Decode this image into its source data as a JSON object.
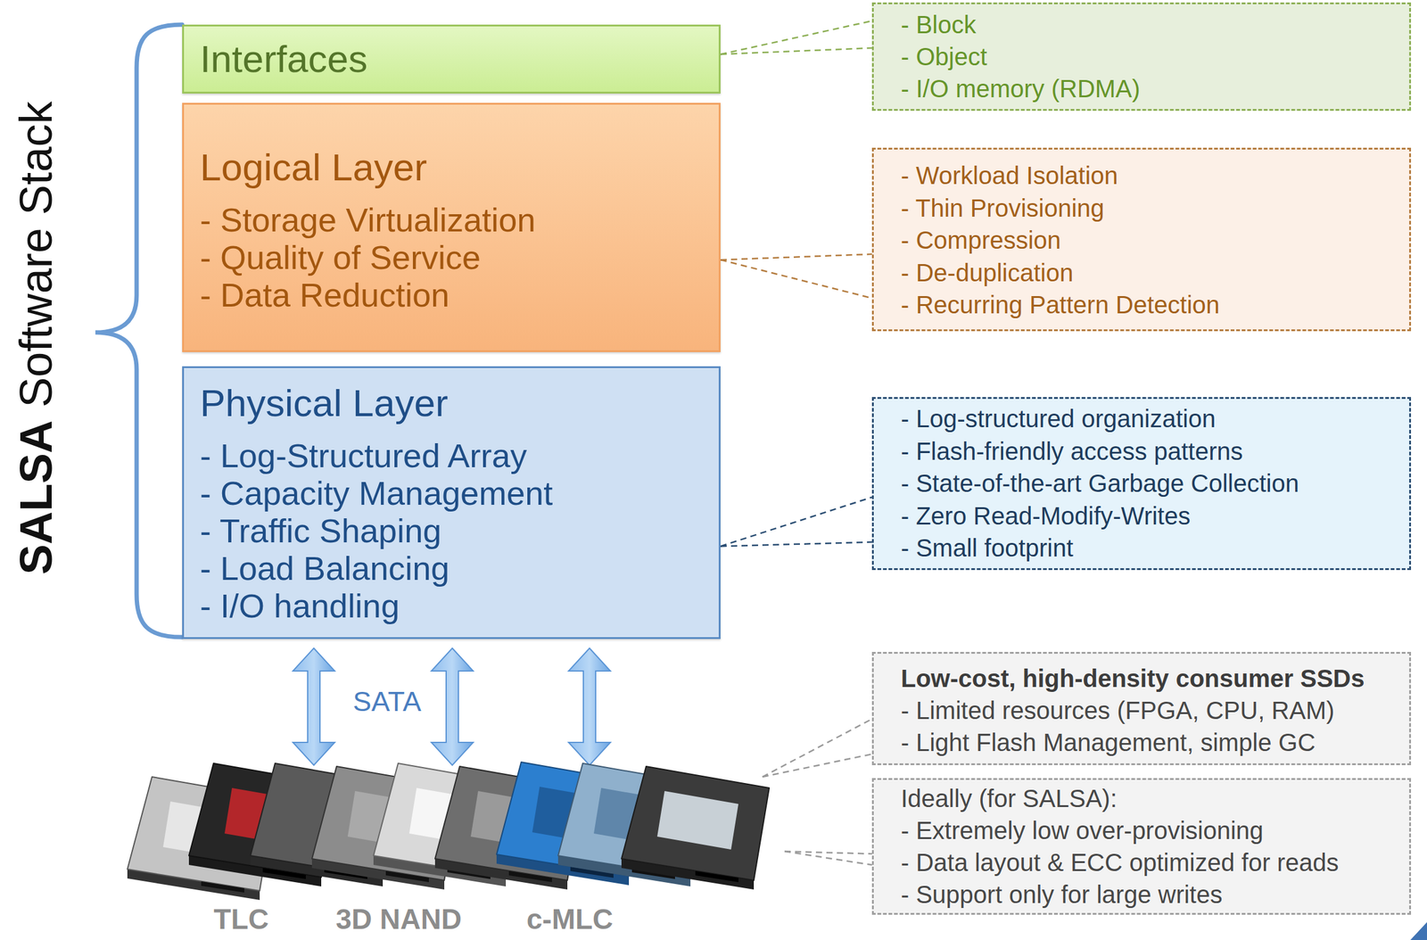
{
  "diagram": {
    "nodes": [
      {
        "text": [
          "Interfaces"
        ]
      },
      {
        "text": [
          "- Block",
          "- Object",
          "- I/O memory (RDMA)"
        ]
      },
      {
        "text": [
          "Logical Layer",
          "- Storage Virtualization",
          "- Quality of Service",
          "- Data Reduction"
        ]
      },
      {
        "text": [
          "- Workload Isolation",
          "- Thin Provisioning",
          "- Compression",
          "- De-duplication",
          "- Recurring Pattern Detection"
        ]
      },
      {
        "text": [
          "Physical Layer",
          "- Log-Structured Array",
          "- Capacity Management",
          "- Traffic Shaping",
          "- Load Balancing",
          "- I/O handling"
        ]
      },
      {
        "text": [
          "- Log-structured organization",
          "- Flash-friendly access patterns",
          "- State-of-the-art Garbage Collection",
          "- Zero Read-Modify-Writes",
          "- Small footprint"
        ]
      },
      {
        "text": [
          "Low-cost, high-density consumer SSDs",
          "- Limited resources (FPGA, CPU, RAM)",
          "- Light Flash Management, simple GC"
        ]
      },
      {
        "text": [
          "Ideally (for SALSA):",
          "- Extremely low over-provisioning",
          "- Data layout & ECC optimized for reads",
          "- Support only for large writes"
        ]
      }
    ],
    "edges": [
      {
        "from": 0,
        "to": 1,
        "arrow": "none"
      },
      {
        "from": 2,
        "to": 3,
        "arrow": "none"
      },
      {
        "from": 4,
        "to": 5,
        "arrow": "none"
      }
    ],
    "labels": [
      "SALSA",
      "Software Stack",
      "SATA",
      "TLC",
      "3D NAND",
      "c-MLC"
    ]
  }
}
